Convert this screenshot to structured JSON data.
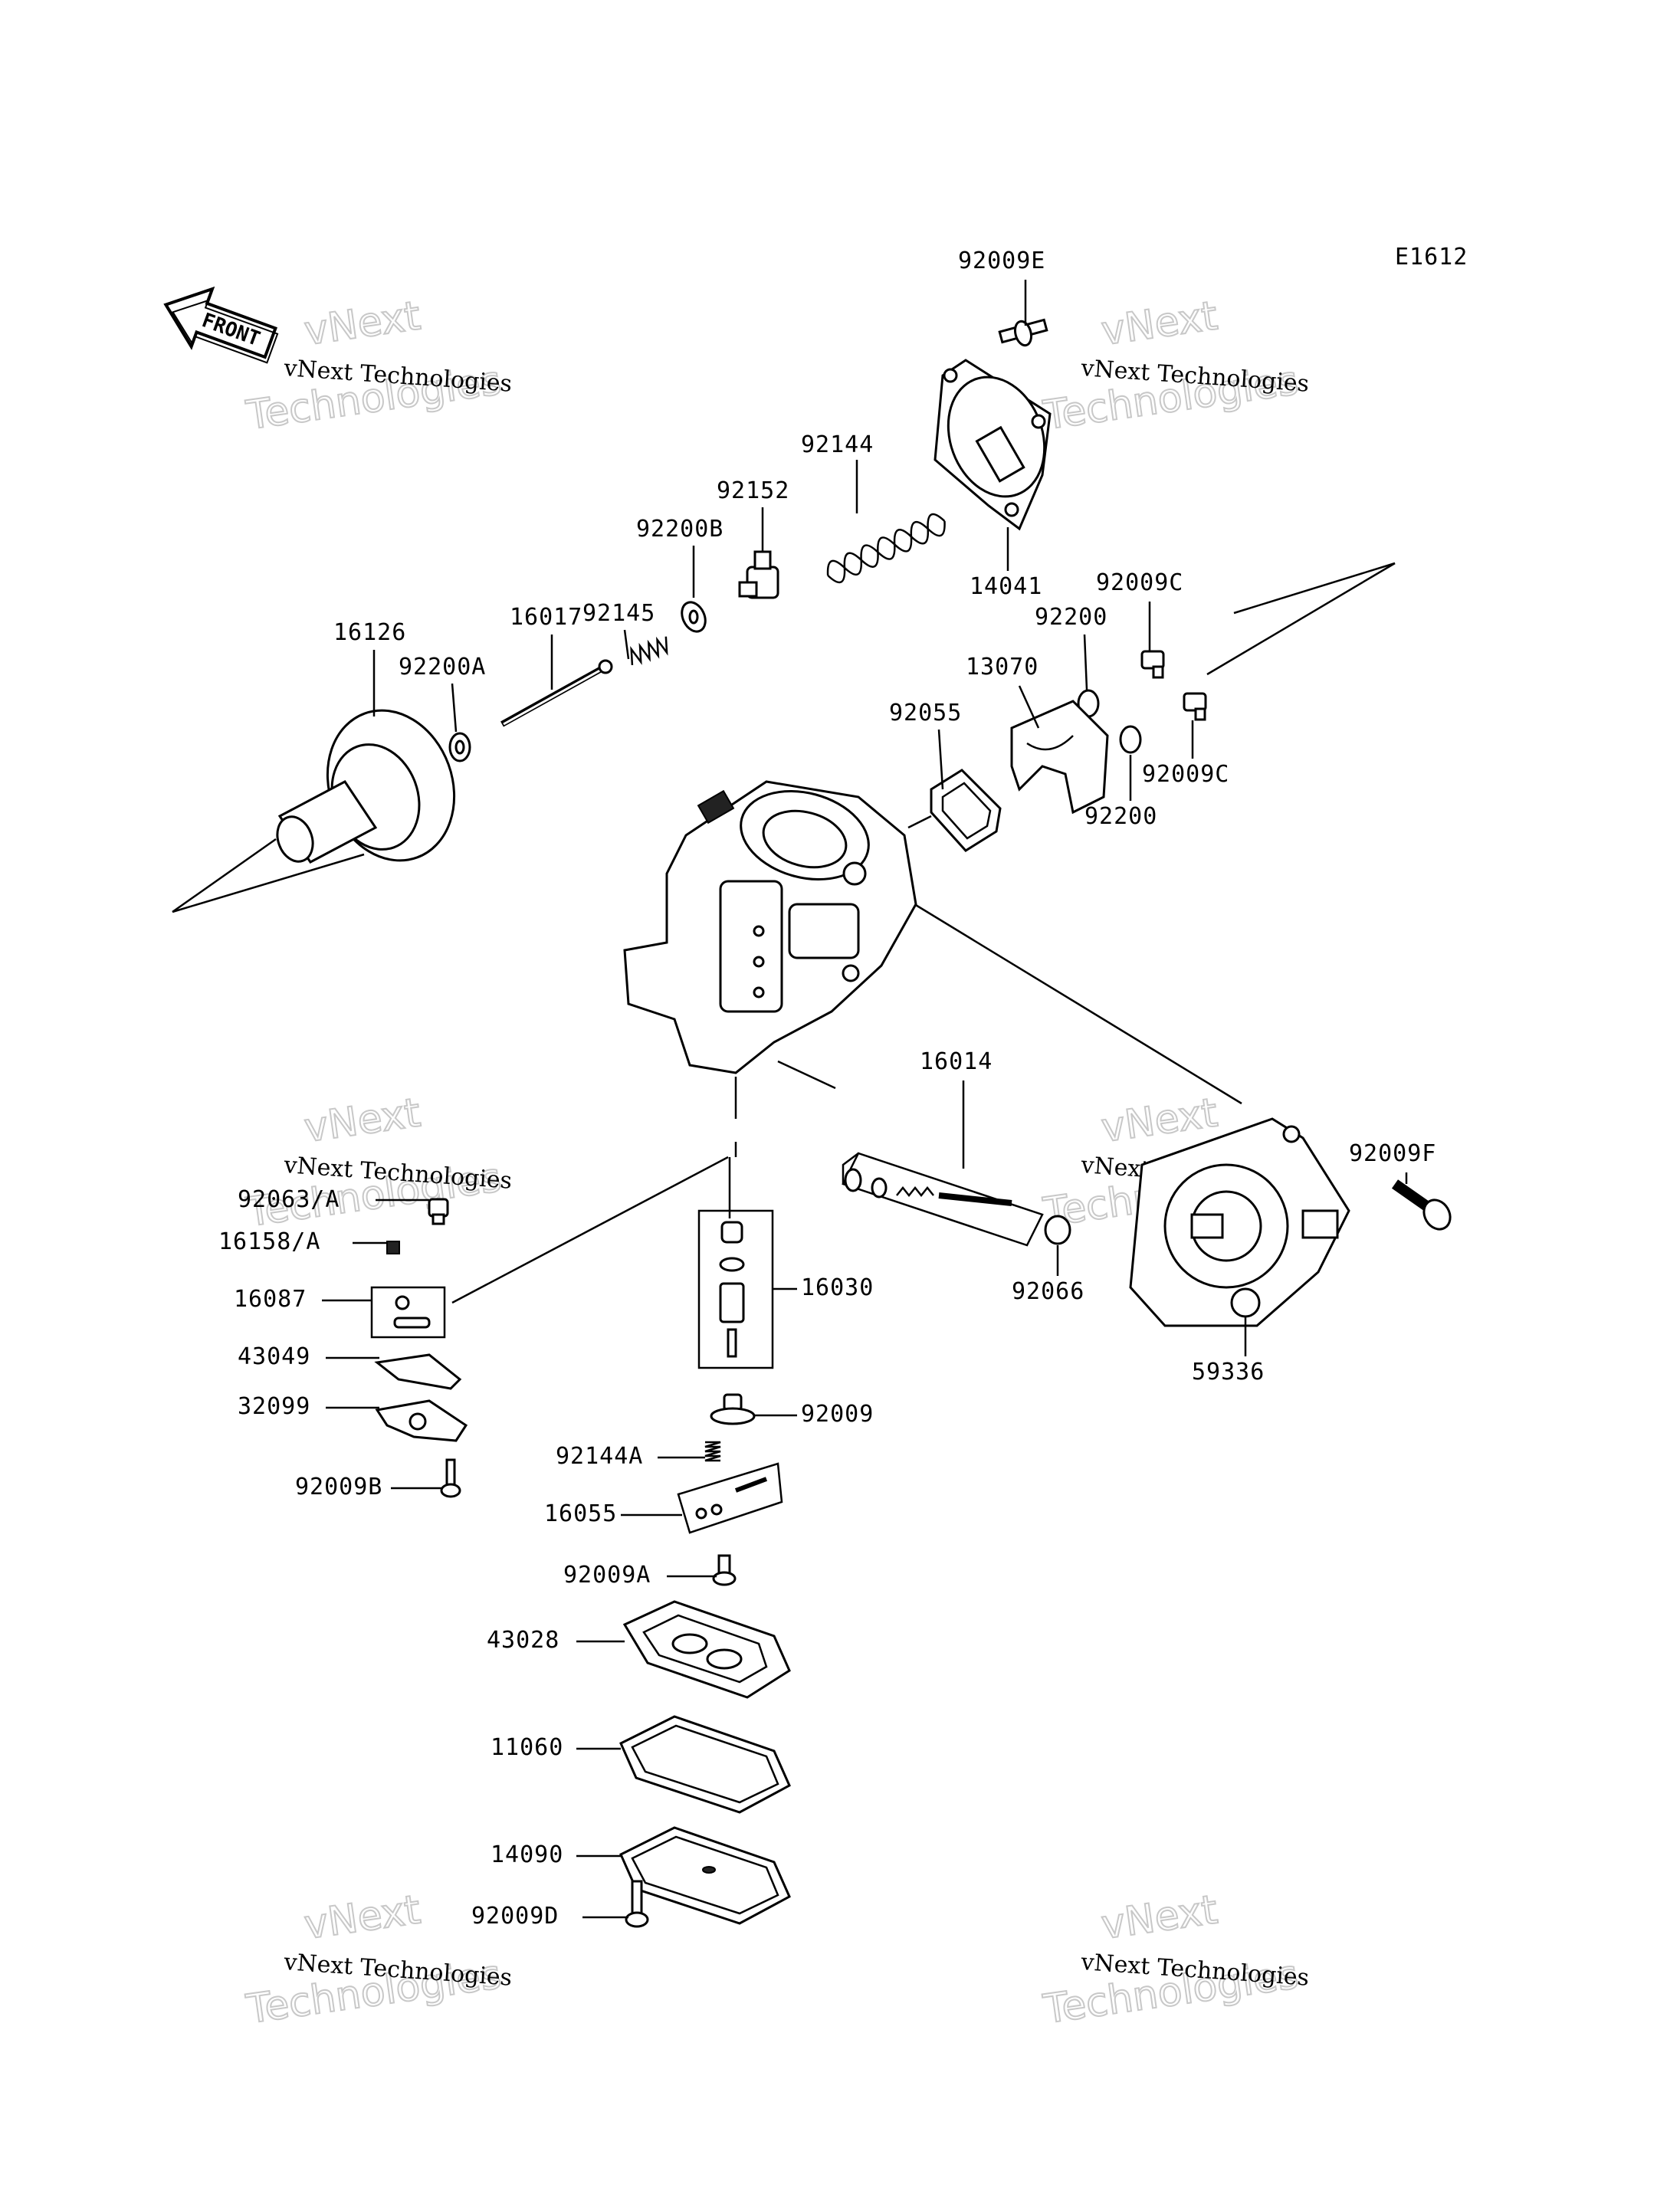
{
  "diagram_id": "E1612",
  "front_label": "FRONT",
  "watermark": {
    "line1": "vNext Technologies",
    "line2": "vNext",
    "line3": "Technologies"
  },
  "parts": [
    {
      "id": "p0",
      "label": "92009E"
    },
    {
      "id": "p1",
      "label": "92144"
    },
    {
      "id": "p2",
      "label": "92152"
    },
    {
      "id": "p3",
      "label": "92200B"
    },
    {
      "id": "p4",
      "label": "92145"
    },
    {
      "id": "p5",
      "label": "14041"
    },
    {
      "id": "p6",
      "label": "92009C"
    },
    {
      "id": "p7",
      "label": "16126"
    },
    {
      "id": "p8",
      "label": "16017"
    },
    {
      "id": "p9",
      "label": "92200A"
    },
    {
      "id": "p10",
      "label": "92200"
    },
    {
      "id": "p11",
      "label": "13070"
    },
    {
      "id": "p12",
      "label": "92055"
    },
    {
      "id": "p13",
      "label": "92009C"
    },
    {
      "id": "p14",
      "label": "92200"
    },
    {
      "id": "p15",
      "label": "16014"
    },
    {
      "id": "p16",
      "label": "92009F"
    },
    {
      "id": "p17",
      "label": "92063/A"
    },
    {
      "id": "p18",
      "label": "16158/A"
    },
    {
      "id": "p19",
      "label": "16087"
    },
    {
      "id": "p20",
      "label": "16030"
    },
    {
      "id": "p21",
      "label": "92066"
    },
    {
      "id": "p22",
      "label": "43049"
    },
    {
      "id": "p23",
      "label": "59336"
    },
    {
      "id": "p24",
      "label": "32099"
    },
    {
      "id": "p25",
      "label": "92009"
    },
    {
      "id": "p26",
      "label": "92009B"
    },
    {
      "id": "p27",
      "label": "92144A"
    },
    {
      "id": "p28",
      "label": "16055"
    },
    {
      "id": "p29",
      "label": "92009A"
    },
    {
      "id": "p30",
      "label": "43028"
    },
    {
      "id": "p31",
      "label": "11060"
    },
    {
      "id": "p32",
      "label": "14090"
    },
    {
      "id": "p33",
      "label": "92009D"
    }
  ]
}
